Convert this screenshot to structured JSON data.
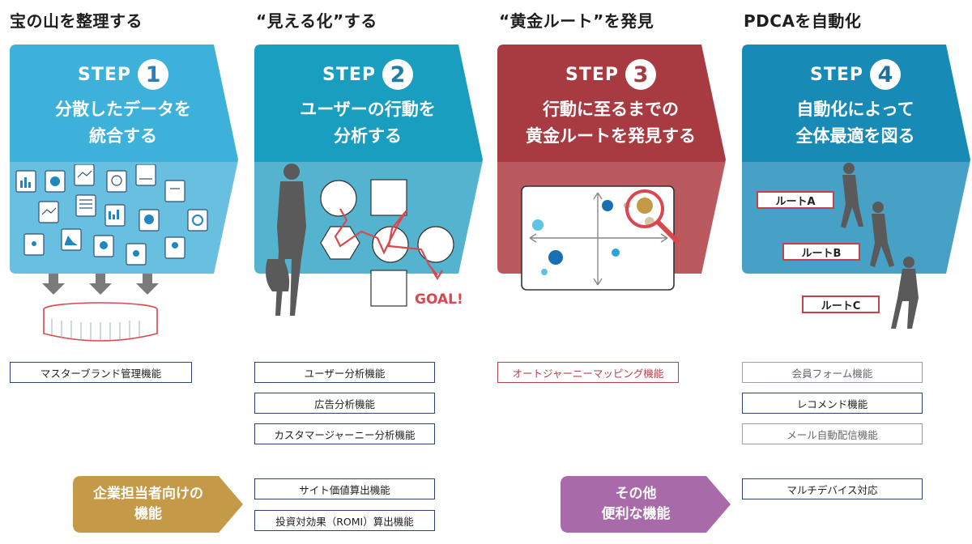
{
  "steps": [
    {
      "heading": "宝の山を整理する",
      "step_word": "STEP",
      "step_number": "1",
      "title_line1": "分散したデータを",
      "title_line2": "統合する",
      "color": "#3db1d9",
      "dark_color": "#2a93c0",
      "features": [
        {
          "label": "マスターブランド管理機能",
          "style": "normal"
        }
      ]
    },
    {
      "heading": "“見える化”する",
      "step_word": "STEP",
      "step_number": "2",
      "title_line1": "ユーザーの行動を",
      "title_line2": "分析する",
      "color": "#1a9ec0",
      "dark_color": "#2a7fa8",
      "goal_label": "GOAL!",
      "features": [
        {
          "label": "ユーザー分析機能",
          "style": "normal"
        },
        {
          "label": "広告分析機能",
          "style": "normal"
        },
        {
          "label": "カスタマージャーニー分析機能",
          "style": "normal"
        },
        {
          "label": "サイト価値算出機能",
          "style": "normal"
        },
        {
          "label": "投資対効果（ROMI）算出機能",
          "style": "normal"
        }
      ]
    },
    {
      "heading": "“黄金ルート”を発見",
      "step_word": "STEP",
      "step_number": "3",
      "title_line1": "行動に至るまでの",
      "title_line2": "黄金ルートを発見する",
      "color": "#a83b42",
      "dark_color": "#b8585d",
      "features": [
        {
          "label": "オートジャーニーマッピング機能",
          "style": "red"
        }
      ]
    },
    {
      "heading": "PDCAを自動化",
      "step_word": "STEP",
      "step_number": "4",
      "title_line1": "自動化によって",
      "title_line2": "全体最適を図る",
      "color": "#178bb6",
      "dark_color": "#2a7aa6",
      "routes": [
        "ルートA",
        "ルートB",
        "ルートC"
      ],
      "features": [
        {
          "label": "会員フォーム機能",
          "style": "gray"
        },
        {
          "label": "レコメンド機能",
          "style": "normal"
        },
        {
          "label": "メール自動配信機能",
          "style": "gray"
        },
        {
          "label": "マルチデバイス対応",
          "style": "normal"
        }
      ]
    }
  ],
  "bottom_arrows": [
    {
      "line1": "企業担当者向けの",
      "line2": "機能",
      "color": "#c49a48"
    },
    {
      "line1": "その他",
      "line2": "便利な機能",
      "color": "#a86aa8"
    }
  ]
}
